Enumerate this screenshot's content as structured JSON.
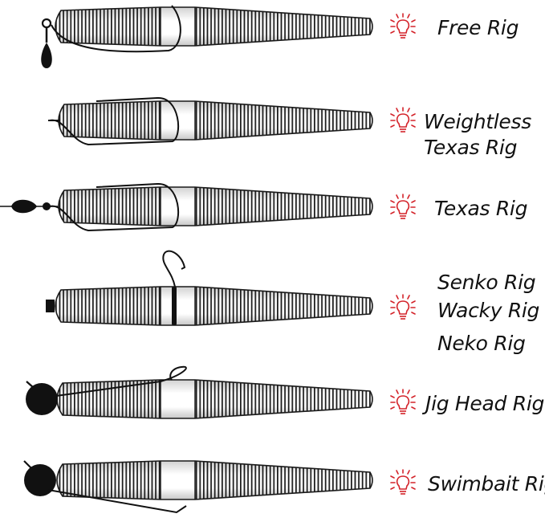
{
  "rigs": [
    {
      "id": "free",
      "lines": [
        "Free Rig"
      ],
      "rigging": "swivel-weight"
    },
    {
      "id": "weightless",
      "lines": [
        "Weightless",
        "Texas Rig"
      ],
      "rigging": "weightless-hook"
    },
    {
      "id": "texas",
      "lines": [
        "Texas Rig"
      ],
      "rigging": "bullet-weight"
    },
    {
      "id": "wacky",
      "lines": [
        "Senko Rig",
        "Wacky Rig",
        "Neko Rig"
      ],
      "rigging": "center-hook"
    },
    {
      "id": "jighead",
      "lines": [
        "Jig Head Rig"
      ],
      "rigging": "jig-head"
    },
    {
      "id": "swimbait",
      "lines": [
        "Swimbait Rig"
      ],
      "rigging": "swimbait-head"
    }
  ],
  "icon": {
    "name": "lightbulb-tip-icon",
    "color": "#d4232a"
  },
  "colors": {
    "lure_fill": "#ffffff",
    "rib_stroke": "#1a1a1a",
    "hardware": "#111111"
  }
}
